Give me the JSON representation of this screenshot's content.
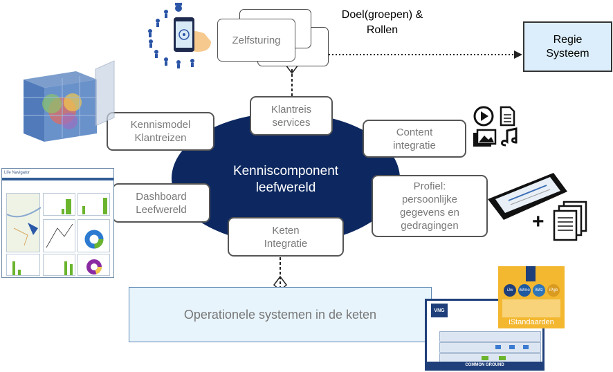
{
  "center": {
    "line1": "Kenniscomponent",
    "line2": "leefwereld"
  },
  "zelfsturing": "Zelfsturing",
  "doelgroepen": {
    "line1": "Doel(groepen) &",
    "line2": "Rollen"
  },
  "regie": {
    "line1": "Regie",
    "line2": "Systeem"
  },
  "klantreis": {
    "line1": "Klantreis",
    "line2": "services"
  },
  "kennismodel": {
    "line1": "Kennismodel",
    "line2": "Klantreizen"
  },
  "content": {
    "line1": "Content",
    "line2": "integratie"
  },
  "dashboard": {
    "line1": "Dashboard",
    "line2": "Leefwereld"
  },
  "profiel": {
    "line1": "Profiel:",
    "line2": "persoonlijke",
    "line3": "gegevens en",
    "line4": "gedragingen"
  },
  "keten": {
    "line1": "Keten",
    "line2": "Integratie"
  },
  "operationele": "Operationele systemen in de keten",
  "life_navigator": "Life Navigator",
  "istandaarden": {
    "title": "iStandaarden",
    "circles": [
      "iJw",
      "iWmo",
      "iWlz",
      "iPgb"
    ]
  },
  "common_ground": {
    "footer": "COMMON GROUND",
    "vng": "VNG"
  },
  "plus_sign": "+",
  "colors": {
    "ellipse": "#0d2860",
    "regie_fill": "#dceefb",
    "ops_fill": "#e8f4fc",
    "istand": "#f3b730",
    "cg_border": "#1f3f7a",
    "dashboard_green": "#6bb42e"
  }
}
